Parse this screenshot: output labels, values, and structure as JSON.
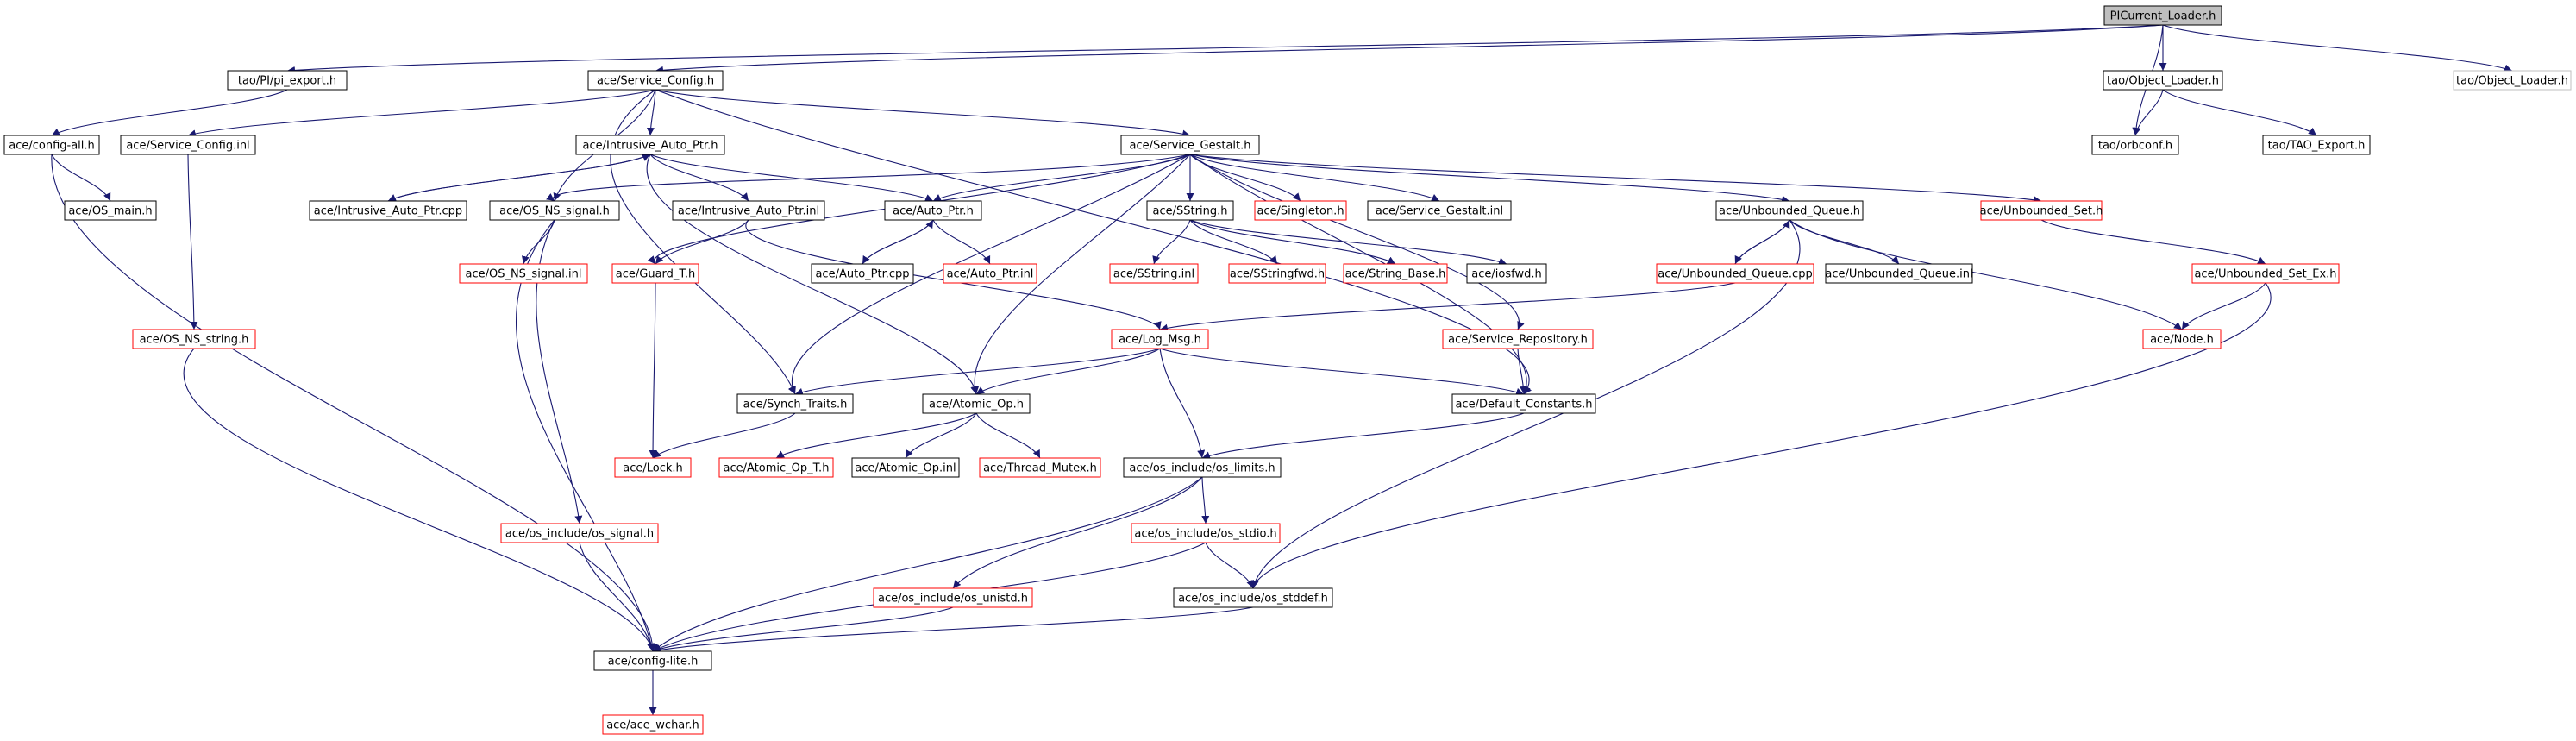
{
  "colors": {
    "edge": "#191970",
    "black_border": "#000000",
    "red_border": "#ff0000",
    "gray_border": "#bfbfbf",
    "root_fill": "#bfbfbf"
  },
  "nodes": [
    {
      "id": "pic",
      "label": "PICurrent_Loader.h",
      "style": "root"
    },
    {
      "id": "pi_export",
      "label": "tao/PI/pi_export.h",
      "style": "black"
    },
    {
      "id": "svc_config_h",
      "label": "ace/Service_Config.h",
      "style": "black"
    },
    {
      "id": "obj_loader",
      "label": "tao/Object_Loader.h",
      "style": "black"
    },
    {
      "id": "obj_loader2",
      "label": "tao/Object_Loader.h",
      "style": "gray"
    },
    {
      "id": "config_all",
      "label": "ace/config-all.h",
      "style": "black"
    },
    {
      "id": "svc_config_inl",
      "label": "ace/Service_Config.inl",
      "style": "black"
    },
    {
      "id": "intr_h",
      "label": "ace/Intrusive_Auto_Ptr.h",
      "style": "black"
    },
    {
      "id": "svc_gestalt_h",
      "label": "ace/Service_Gestalt.h",
      "style": "black"
    },
    {
      "id": "orbconf",
      "label": "tao/orbconf.h",
      "style": "black"
    },
    {
      "id": "tao_export",
      "label": "tao/TAO_Export.h",
      "style": "black"
    },
    {
      "id": "os_main",
      "label": "ace/OS_main.h",
      "style": "black"
    },
    {
      "id": "intr_cpp",
      "label": "ace/Intrusive_Auto_Ptr.cpp",
      "style": "black"
    },
    {
      "id": "os_ns_signal_h",
      "label": "ace/OS_NS_signal.h",
      "style": "black"
    },
    {
      "id": "intr_inl",
      "label": "ace/Intrusive_Auto_Ptr.inl",
      "style": "black"
    },
    {
      "id": "auto_ptr_h",
      "label": "ace/Auto_Ptr.h",
      "style": "black"
    },
    {
      "id": "sstring_h",
      "label": "ace/SString.h",
      "style": "black"
    },
    {
      "id": "singleton",
      "label": "ace/Singleton.h",
      "style": "red"
    },
    {
      "id": "svc_gestalt_inl",
      "label": "ace/Service_Gestalt.inl",
      "style": "black"
    },
    {
      "id": "unb_queue_h",
      "label": "ace/Unbounded_Queue.h",
      "style": "black"
    },
    {
      "id": "unb_set_h",
      "label": "ace/Unbounded_Set.h",
      "style": "red"
    },
    {
      "id": "os_ns_signal_inl",
      "label": "ace/OS_NS_signal.inl",
      "style": "red"
    },
    {
      "id": "guard_t",
      "label": "ace/Guard_T.h",
      "style": "red"
    },
    {
      "id": "auto_ptr_cpp",
      "label": "ace/Auto_Ptr.cpp",
      "style": "black"
    },
    {
      "id": "auto_ptr_inl",
      "label": "ace/Auto_Ptr.inl",
      "style": "red"
    },
    {
      "id": "sstring_inl",
      "label": "ace/SString.inl",
      "style": "red"
    },
    {
      "id": "sstringfwd",
      "label": "ace/SStringfwd.h",
      "style": "red"
    },
    {
      "id": "string_base",
      "label": "ace/String_Base.h",
      "style": "red"
    },
    {
      "id": "iosfwd",
      "label": "ace/iosfwd.h",
      "style": "black"
    },
    {
      "id": "unb_queue_cpp",
      "label": "ace/Unbounded_Queue.cpp",
      "style": "red"
    },
    {
      "id": "unb_queue_inl",
      "label": "ace/Unbounded_Queue.inl",
      "style": "black"
    },
    {
      "id": "unb_set_ex",
      "label": "ace/Unbounded_Set_Ex.h",
      "style": "red"
    },
    {
      "id": "os_ns_string",
      "label": "ace/OS_NS_string.h",
      "style": "red"
    },
    {
      "id": "log_msg",
      "label": "ace/Log_Msg.h",
      "style": "red"
    },
    {
      "id": "svc_repo",
      "label": "ace/Service_Repository.h",
      "style": "red"
    },
    {
      "id": "node_h",
      "label": "ace/Node.h",
      "style": "red"
    },
    {
      "id": "synch_traits",
      "label": "ace/Synch_Traits.h",
      "style": "black"
    },
    {
      "id": "atomic_op_h",
      "label": "ace/Atomic_Op.h",
      "style": "black"
    },
    {
      "id": "default_constants",
      "label": "ace/Default_Constants.h",
      "style": "black"
    },
    {
      "id": "lock_h",
      "label": "ace/Lock.h",
      "style": "red"
    },
    {
      "id": "atomic_op_t",
      "label": "ace/Atomic_Op_T.h",
      "style": "red"
    },
    {
      "id": "atomic_op_inl",
      "label": "ace/Atomic_Op.inl",
      "style": "black"
    },
    {
      "id": "thread_mutex",
      "label": "ace/Thread_Mutex.h",
      "style": "red"
    },
    {
      "id": "os_limits",
      "label": "ace/os_include/os_limits.h",
      "style": "black"
    },
    {
      "id": "os_signal",
      "label": "ace/os_include/os_signal.h",
      "style": "red"
    },
    {
      "id": "os_stdio",
      "label": "ace/os_include/os_stdio.h",
      "style": "red"
    },
    {
      "id": "os_unistd",
      "label": "ace/os_include/os_unistd.h",
      "style": "red"
    },
    {
      "id": "os_stddef",
      "label": "ace/os_include/os_stddef.h",
      "style": "black"
    },
    {
      "id": "config_lite",
      "label": "ace/config-lite.h",
      "style": "black"
    },
    {
      "id": "ace_wchar",
      "label": "ace/ace_wchar.h",
      "style": "red"
    }
  ],
  "edges": [
    [
      "pic",
      "pi_export"
    ],
    [
      "pic",
      "svc_config_h"
    ],
    [
      "pic",
      "obj_loader"
    ],
    [
      "pic",
      "obj_loader2"
    ],
    [
      "pic",
      "orbconf"
    ],
    [
      "pi_export",
      "config_all"
    ],
    [
      "obj_loader",
      "orbconf"
    ],
    [
      "obj_loader",
      "tao_export"
    ],
    [
      "svc_config_h",
      "svc_config_inl"
    ],
    [
      "svc_config_h",
      "intr_h"
    ],
    [
      "svc_config_h",
      "svc_gestalt_h"
    ],
    [
      "svc_config_h",
      "os_ns_signal_h"
    ],
    [
      "svc_config_h",
      "synch_traits"
    ],
    [
      "svc_config_h",
      "default_constants"
    ],
    [
      "config_all",
      "os_main"
    ],
    [
      "config_all",
      "config_lite"
    ],
    [
      "svc_config_inl",
      "os_ns_string"
    ],
    [
      "intr_h",
      "intr_cpp"
    ],
    [
      "intr_h",
      "intr_inl"
    ],
    [
      "intr_h",
      "auto_ptr_h"
    ],
    [
      "intr_h",
      "atomic_op_h"
    ],
    [
      "intr_cpp",
      "intr_h"
    ],
    [
      "intr_inl",
      "guard_t"
    ],
    [
      "intr_inl",
      "log_msg"
    ],
    [
      "svc_gestalt_h",
      "auto_ptr_h"
    ],
    [
      "svc_gestalt_h",
      "sstring_h"
    ],
    [
      "svc_gestalt_h",
      "singleton"
    ],
    [
      "svc_gestalt_h",
      "svc_gestalt_inl"
    ],
    [
      "svc_gestalt_h",
      "unb_queue_h"
    ],
    [
      "svc_gestalt_h",
      "unb_set_h"
    ],
    [
      "svc_gestalt_h",
      "os_ns_signal_h"
    ],
    [
      "svc_gestalt_h",
      "guard_t"
    ],
    [
      "svc_gestalt_h",
      "synch_traits"
    ],
    [
      "svc_gestalt_h",
      "atomic_op_h"
    ],
    [
      "svc_gestalt_h",
      "svc_repo"
    ],
    [
      "svc_gestalt_h",
      "default_constants"
    ],
    [
      "os_ns_signal_h",
      "os_ns_signal_inl"
    ],
    [
      "os_ns_signal_h",
      "os_signal"
    ],
    [
      "os_ns_signal_h",
      "config_lite"
    ],
    [
      "auto_ptr_h",
      "auto_ptr_cpp"
    ],
    [
      "auto_ptr_h",
      "auto_ptr_inl"
    ],
    [
      "auto_ptr_cpp",
      "auto_ptr_h"
    ],
    [
      "sstring_h",
      "sstring_inl"
    ],
    [
      "sstring_h",
      "sstringfwd"
    ],
    [
      "sstring_h",
      "string_base"
    ],
    [
      "sstring_h",
      "iosfwd"
    ],
    [
      "unb_queue_h",
      "unb_queue_cpp"
    ],
    [
      "unb_queue_h",
      "unb_queue_inl"
    ],
    [
      "unb_queue_h",
      "node_h"
    ],
    [
      "unb_queue_h",
      "os_stddef"
    ],
    [
      "unb_queue_cpp",
      "unb_queue_h"
    ],
    [
      "unb_queue_cpp",
      "log_msg"
    ],
    [
      "unb_set_h",
      "unb_set_ex"
    ],
    [
      "unb_set_ex",
      "node_h"
    ],
    [
      "unb_set_ex",
      "os_stddef"
    ],
    [
      "guard_t",
      "lock_h"
    ],
    [
      "os_ns_string",
      "config_lite"
    ],
    [
      "log_msg",
      "synch_traits"
    ],
    [
      "log_msg",
      "atomic_op_h"
    ],
    [
      "log_msg",
      "default_constants"
    ],
    [
      "log_msg",
      "os_limits"
    ],
    [
      "svc_repo",
      "default_constants"
    ],
    [
      "synch_traits",
      "lock_h"
    ],
    [
      "atomic_op_h",
      "atomic_op_t"
    ],
    [
      "atomic_op_h",
      "atomic_op_inl"
    ],
    [
      "atomic_op_h",
      "thread_mutex"
    ],
    [
      "default_constants",
      "os_limits"
    ],
    [
      "os_limits",
      "os_stdio"
    ],
    [
      "os_limits",
      "os_unistd"
    ],
    [
      "os_limits",
      "config_lite"
    ],
    [
      "os_signal",
      "config_lite"
    ],
    [
      "os_stdio",
      "os_stddef"
    ],
    [
      "os_stdio",
      "config_lite"
    ],
    [
      "os_unistd",
      "config_lite"
    ],
    [
      "os_stddef",
      "config_lite"
    ],
    [
      "config_lite",
      "ace_wchar"
    ]
  ]
}
